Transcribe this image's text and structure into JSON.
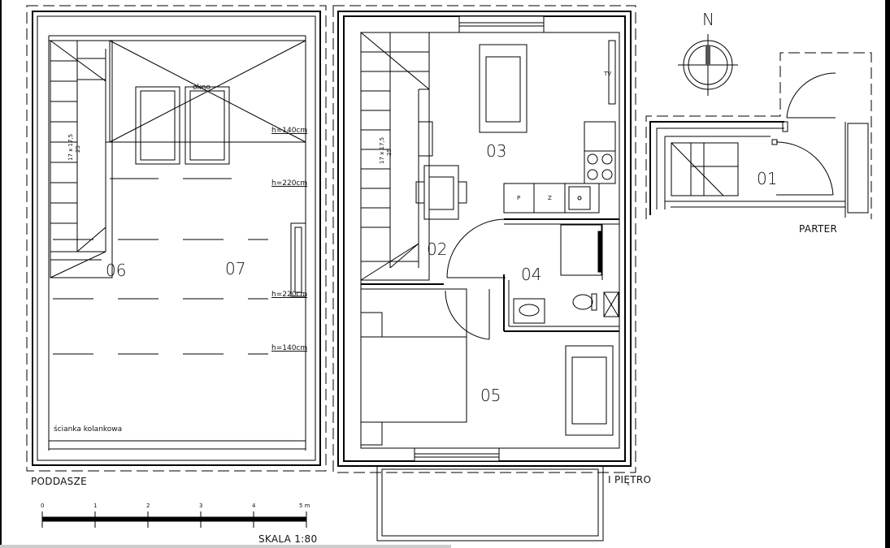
{
  "plan": {
    "sections": {
      "attic": "PODDASZE",
      "first_floor": "I PIĘTRO",
      "ground_floor": "PARTER"
    },
    "scale": {
      "label": "SKALA 1:80",
      "ticks": [
        "0",
        "1",
        "2",
        "3",
        "4",
        "5 m"
      ]
    },
    "compass": "N",
    "rooms": {
      "r01": "01",
      "r02": "02",
      "r03": "03",
      "r04": "04",
      "r05": "05",
      "r06": "06",
      "r07": "07"
    },
    "annotations": {
      "h140_top": "h=140cm",
      "h220_top": "h=220cm",
      "h220_bottom": "h=220cm",
      "h140_bottom": "h=140cm",
      "knee_wall": "ścianka kolankowa",
      "attic_stair_top": "17 x 17,5",
      "attic_stair_bottom": "25",
      "floor_stair_top": "17 x 17,5",
      "floor_stair_bottom": "25",
      "window_label": "okno",
      "tv": "TV",
      "fridge": "P",
      "dishwasher": "Z"
    }
  }
}
